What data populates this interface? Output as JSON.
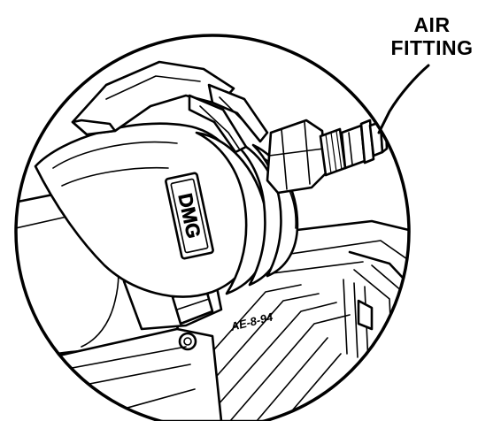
{
  "callout": {
    "line1": "AIR",
    "line2": "FITTING"
  },
  "logo": {
    "text": "DMG"
  },
  "housing_text": "AE-8-94",
  "colors": {
    "line": "#000000",
    "fill": "#ffffff",
    "background": "#ffffff"
  }
}
